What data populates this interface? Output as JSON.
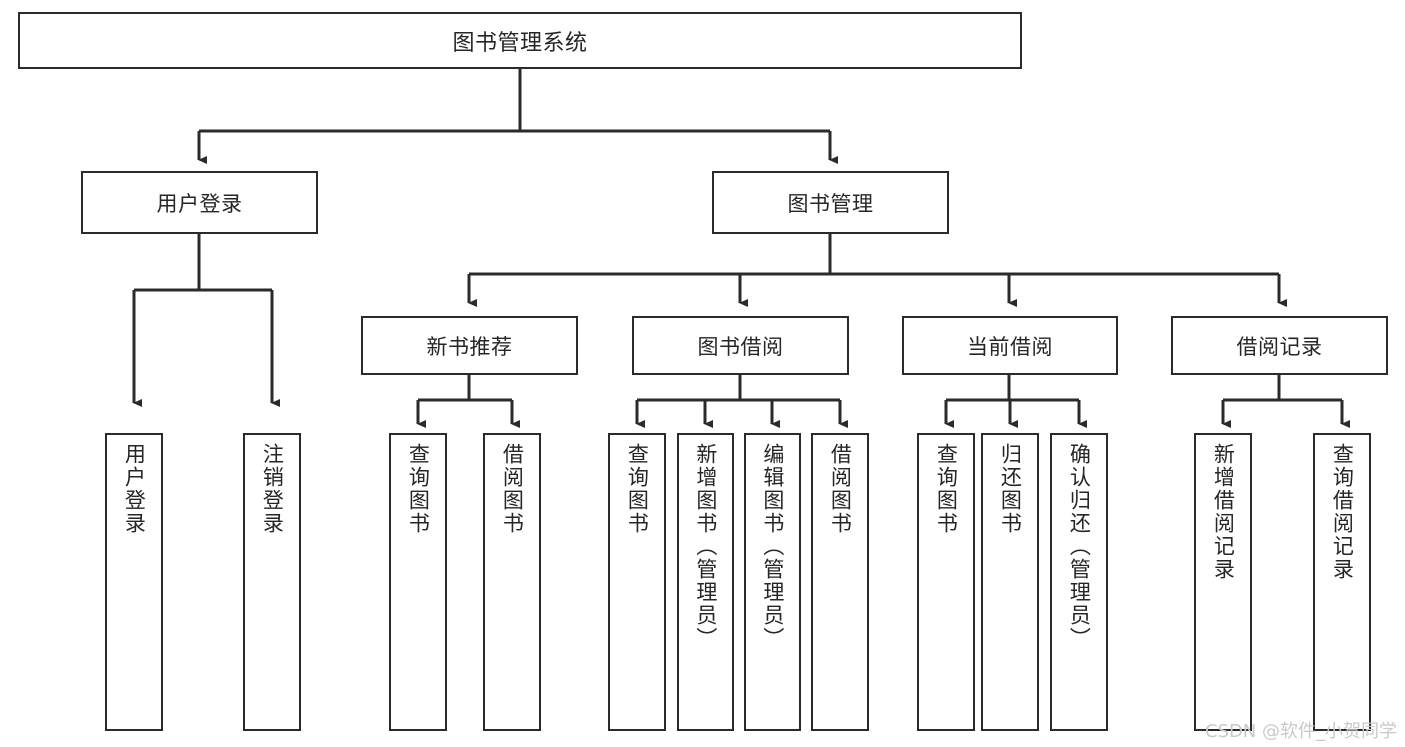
{
  "diagram": {
    "type": "tree-hierarchy-chart",
    "title": "图书管理系统",
    "watermark": "CSDN @软件_小贺同学",
    "colors": {
      "box_border": "#2b2b2b",
      "box_fill": "#ffffff",
      "connector": "#2b2b2b",
      "text": "#262626",
      "watermark": "#c9c9c9",
      "background": "#ffffff"
    },
    "root": {
      "label": "图书管理系统"
    },
    "level2": [
      {
        "label": "用户登录"
      },
      {
        "label": "图书管理"
      }
    ],
    "level3": [
      {
        "label": "新书推荐"
      },
      {
        "label": "图书借阅"
      },
      {
        "label": "当前借阅"
      },
      {
        "label": "借阅记录"
      }
    ],
    "leaves": {
      "user_login": [
        {
          "label": "用户登录"
        },
        {
          "label": "注销登录"
        }
      ],
      "new_book_recommend": [
        {
          "label": "查询图书"
        },
        {
          "label": "借阅图书"
        }
      ],
      "book_borrow": [
        {
          "label": "查询图书"
        },
        {
          "label": "新增图书（管理员）"
        },
        {
          "label": "编辑图书（管理员）"
        },
        {
          "label": "借阅图书"
        }
      ],
      "current_borrow": [
        {
          "label": "查询图书"
        },
        {
          "label": "归还图书"
        },
        {
          "label": "确认归还（管理员）"
        }
      ],
      "borrow_record": [
        {
          "label": "新增借阅记录"
        },
        {
          "label": "查询借阅记录"
        }
      ]
    }
  }
}
